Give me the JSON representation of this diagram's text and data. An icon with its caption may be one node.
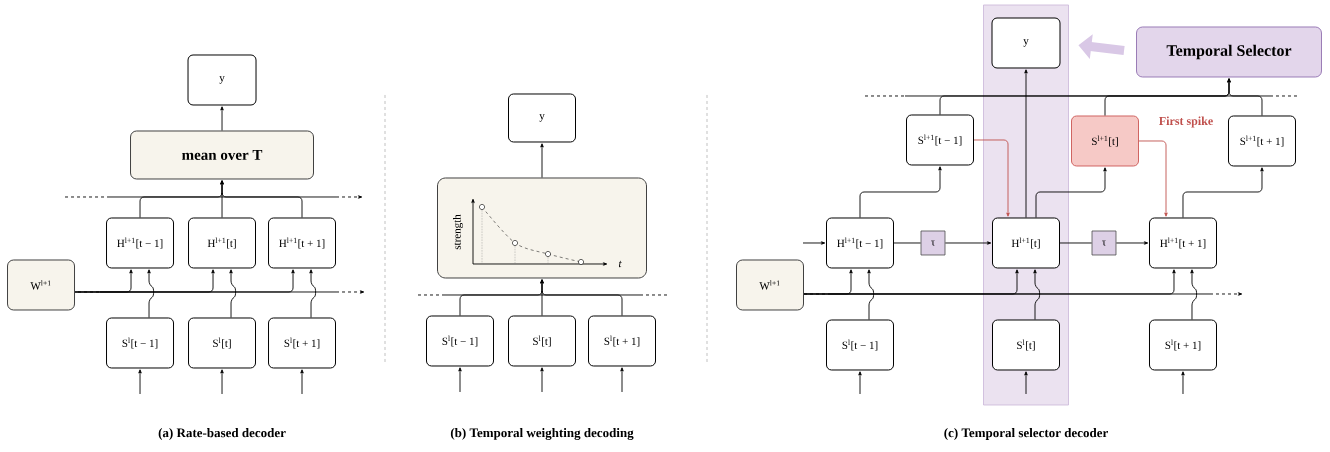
{
  "diagram": {
    "nodes": [
      {
        "text": [
          "y"
        ]
      },
      {
        "text": [
          "mean over T"
        ]
      },
      {
        "text": [
          "H$^{l+1}$[t − 1]"
        ]
      },
      {
        "text": [
          "H$^{l+1}$[t]"
        ]
      },
      {
        "text": [
          "H$^{l+1}$[t + 1]"
        ]
      },
      {
        "text": [
          "W$^{l+1}$"
        ]
      },
      {
        "text": [
          "S$^{l}$[t − 1]"
        ]
      },
      {
        "text": [
          "S$^{l}$[t]"
        ]
      },
      {
        "text": [
          "S$^{l}$[t + 1]"
        ]
      },
      {
        "text": [
          "y"
        ]
      },
      {
        "text": [
          "strength",
          "t"
        ]
      },
      {
        "text": [
          "S$^{l}$[t − 1]"
        ]
      },
      {
        "text": [
          "S$^{l}$[t]"
        ]
      },
      {
        "text": [
          "S$^{l}$[t + 1]"
        ]
      },
      {
        "text": [],
        "shape": "box"
      },
      {
        "text": [
          "y"
        ],
        "in": 14
      },
      {
        "text": [
          "Temporal Selector"
        ]
      },
      {
        "text": [
          "S$^{l+1}$[t − 1]"
        ]
      },
      {
        "text": [
          "S$^{l+1}$[t]"
        ]
      },
      {
        "text": [
          "S$^{l+1}$[t + 1]"
        ]
      },
      {
        "text": [
          "H$^{l+1}$[t − 1]"
        ]
      },
      {
        "text": [
          "τ"
        ]
      },
      {
        "text": [
          "H$^{l+1}$[t]"
        ],
        "in": 14
      },
      {
        "text": [
          "τ"
        ]
      },
      {
        "text": [
          "H$^{l+1}$[t + 1]"
        ]
      },
      {
        "text": [
          "W$^{l+1}$"
        ]
      },
      {
        "text": [
          "S$^{l}$[t − 1]"
        ]
      },
      {
        "text": [
          "S$^{l}$[t]"
        ],
        "in": 14
      },
      {
        "text": [
          "S$^{l}$[t + 1]"
        ]
      }
    ],
    "edges": [
      {
        "from": 1,
        "to": 0,
        "arrow": "to"
      },
      {
        "from": 2,
        "to": 1,
        "arrow": "to"
      },
      {
        "from": 3,
        "to": 1,
        "arrow": "to"
      },
      {
        "from": 4,
        "to": 1,
        "arrow": "to"
      },
      {
        "from": 5,
        "to": 2,
        "arrow": "to"
      },
      {
        "from": 5,
        "to": 3,
        "arrow": "to"
      },
      {
        "from": 5,
        "to": 4,
        "arrow": "to"
      },
      {
        "from": 6,
        "to": 2,
        "arrow": "to"
      },
      {
        "from": 7,
        "to": 3,
        "arrow": "to"
      },
      {
        "from": 8,
        "to": 4,
        "arrow": "to"
      },
      {
        "from": null,
        "to": 6,
        "arrow": "to"
      },
      {
        "from": null,
        "to": 7,
        "arrow": "to"
      },
      {
        "from": null,
        "to": 8,
        "arrow": "to"
      },
      {
        "from": 10,
        "to": 9,
        "arrow": "to"
      },
      {
        "from": 11,
        "to": 10,
        "arrow": "to"
      },
      {
        "from": 12,
        "to": 10,
        "arrow": "to"
      },
      {
        "from": 13,
        "to": 10,
        "arrow": "to"
      },
      {
        "from": null,
        "to": 11,
        "arrow": "to"
      },
      {
        "from": null,
        "to": 12,
        "arrow": "to"
      },
      {
        "from": null,
        "to": 13,
        "arrow": "to"
      },
      {
        "from": 16,
        "to": 15,
        "arrow": "to",
        "style": "thick",
        "color": "#d9c8e6"
      },
      {
        "from": 17,
        "to": 16,
        "arrow": "to"
      },
      {
        "from": 18,
        "to": 16,
        "arrow": "to"
      },
      {
        "from": 19,
        "to": 16,
        "arrow": "to"
      },
      {
        "from": null,
        "to": 20,
        "arrow": "to"
      },
      {
        "from": 20,
        "to": 21,
        "arrow": "none"
      },
      {
        "from": 21,
        "to": 22,
        "arrow": "to"
      },
      {
        "from": 22,
        "to": 23,
        "arrow": "none"
      },
      {
        "from": 23,
        "to": 24,
        "arrow": "to"
      },
      {
        "from": 20,
        "to": 17,
        "arrow": "to"
      },
      {
        "from": 22,
        "to": 18,
        "arrow": "to"
      },
      {
        "from": 24,
        "to": 19,
        "arrow": "to"
      },
      {
        "from": 22,
        "to": 15,
        "arrow": "to"
      },
      {
        "from": 17,
        "to": 22,
        "arrow": "to",
        "color": "#c0504d"
      },
      {
        "from": 18,
        "to": 24,
        "arrow": "to",
        "color": "#c0504d",
        "label": "First spike"
      },
      {
        "from": 25,
        "to": 20,
        "arrow": "to"
      },
      {
        "from": 25,
        "to": 22,
        "arrow": "to"
      },
      {
        "from": 25,
        "to": 24,
        "arrow": "to"
      },
      {
        "from": 26,
        "to": 20,
        "arrow": "to"
      },
      {
        "from": 27,
        "to": 22,
        "arrow": "to"
      },
      {
        "from": 28,
        "to": 24,
        "arrow": "to"
      },
      {
        "from": null,
        "to": 26,
        "arrow": "to"
      },
      {
        "from": null,
        "to": 27,
        "arrow": "to"
      },
      {
        "from": null,
        "to": 28,
        "arrow": "to"
      }
    ],
    "labels": [
      "(a) Rate-based decoder",
      "(b) Temporal weighting decoding",
      "(c) Temporal selector decoder"
    ]
  }
}
